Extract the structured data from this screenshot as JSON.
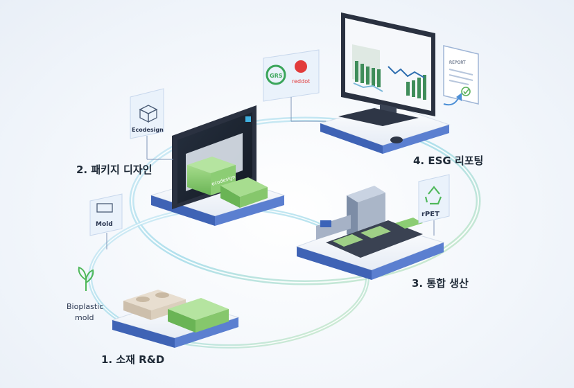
{
  "steps": [
    {
      "label": "1. 소재 R&D"
    },
    {
      "label": "2. 패키지 디자인"
    },
    {
      "label": "3. 통합 생산"
    },
    {
      "label": "4. ESG 리포팅"
    }
  ],
  "tags": {
    "bioplastic_line1": "Bioplastic",
    "bioplastic_line2": "mold",
    "mold": "Mold",
    "ecodesign": "Ecodesign",
    "grs": "GRS",
    "reddot": "reddot",
    "rpet": "rPET",
    "box_print": "ecodesign",
    "report_title": "REPORT"
  },
  "colors": {
    "accent_green": "#7cc36b",
    "platform_top": "#f3f6fb",
    "platform_edge": "#3f63b5",
    "ring": "#8fd6e6",
    "tag_bg": "#eaf2fb",
    "text_dark": "#1f2a37"
  }
}
